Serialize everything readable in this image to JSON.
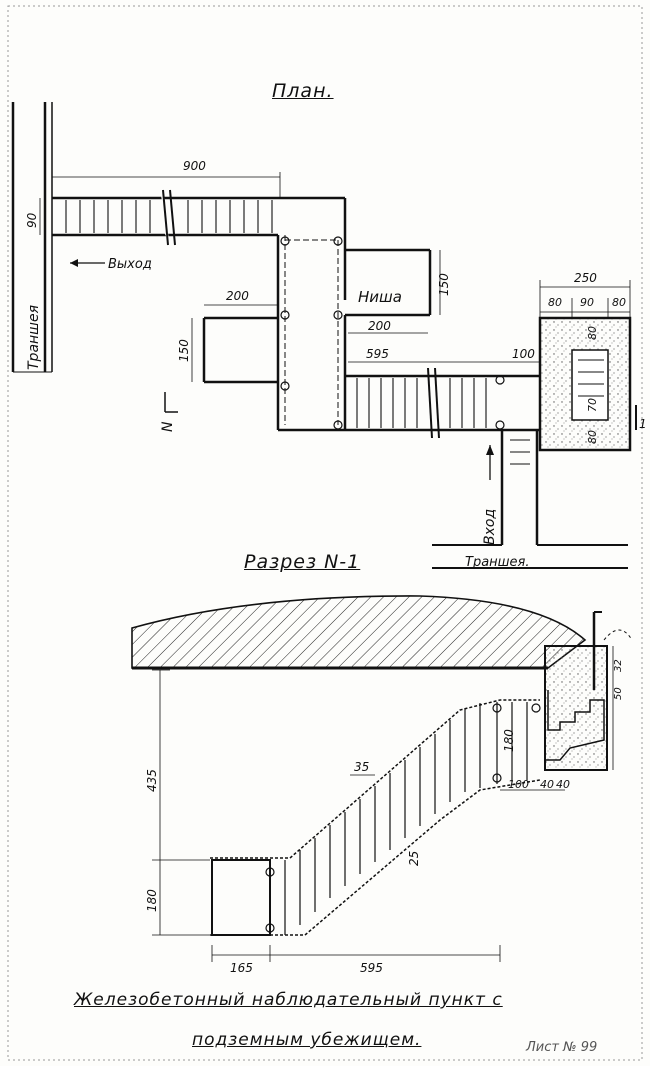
{
  "titles": {
    "plan": "План.",
    "section": "Разрез N-1",
    "caption_line1": "Железобетонный наблюдательный пункт с",
    "caption_line2": "подземным убежищем.",
    "sheet_number": "Лист № 99"
  },
  "plan_labels": {
    "trench_left": "Траншея",
    "exit": "Выход",
    "niche": "Ниша",
    "entrance": "Вход",
    "trench_bottom": "Траншея.",
    "north": "N"
  },
  "plan_dimensions": {
    "corridor_top_length": "900",
    "corridor_top_width": "90",
    "niche_width": "200",
    "niche_depth": "150",
    "left_room_width": "200",
    "left_room_depth": "150",
    "corridor_lower_length": "595",
    "corridor_lower_width": "100",
    "post_total": "250",
    "post_a": "80",
    "post_b": "90",
    "post_c": "80",
    "post_v1": "80",
    "post_v2": "70",
    "post_v3": "80",
    "section_mark": "1"
  },
  "section_dimensions": {
    "depth_upper": "435",
    "depth_lower": "180",
    "step_width": "35",
    "step_height": "25",
    "upper_landing": "180",
    "landing_100": "100",
    "landing_40a": "40",
    "landing_40b": "40",
    "post_height_a": "32",
    "post_height_b": "50",
    "bottom_room": "165",
    "stair_length": "595"
  }
}
